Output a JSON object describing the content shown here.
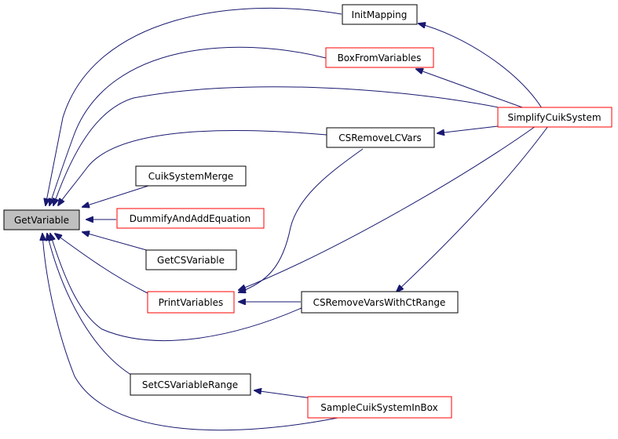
{
  "colors": {
    "edge": "#191970",
    "node_border": "#000000",
    "node_border_incomplete": "#ff0000",
    "focus_fill": "#bfbfbf"
  },
  "nodes": {
    "get_variable": "GetVariable",
    "init_mapping": "InitMapping",
    "box_from_variables": "BoxFromVariables",
    "simplify_cuik_system": "SimplifyCuikSystem",
    "cs_remove_lc_vars": "CSRemoveLCVars",
    "cuik_system_merge": "CuikSystemMerge",
    "dummify_and_add_equation": "DummifyAndAddEquation",
    "get_cs_variable": "GetCSVariable",
    "print_variables": "PrintVariables",
    "cs_remove_vars_with_ct_range": "CSRemoveVarsWithCtRange",
    "set_cs_variable_range": "SetCSVariableRange",
    "sample_cuik_system_in_box": "SampleCuikSystemInBox"
  }
}
